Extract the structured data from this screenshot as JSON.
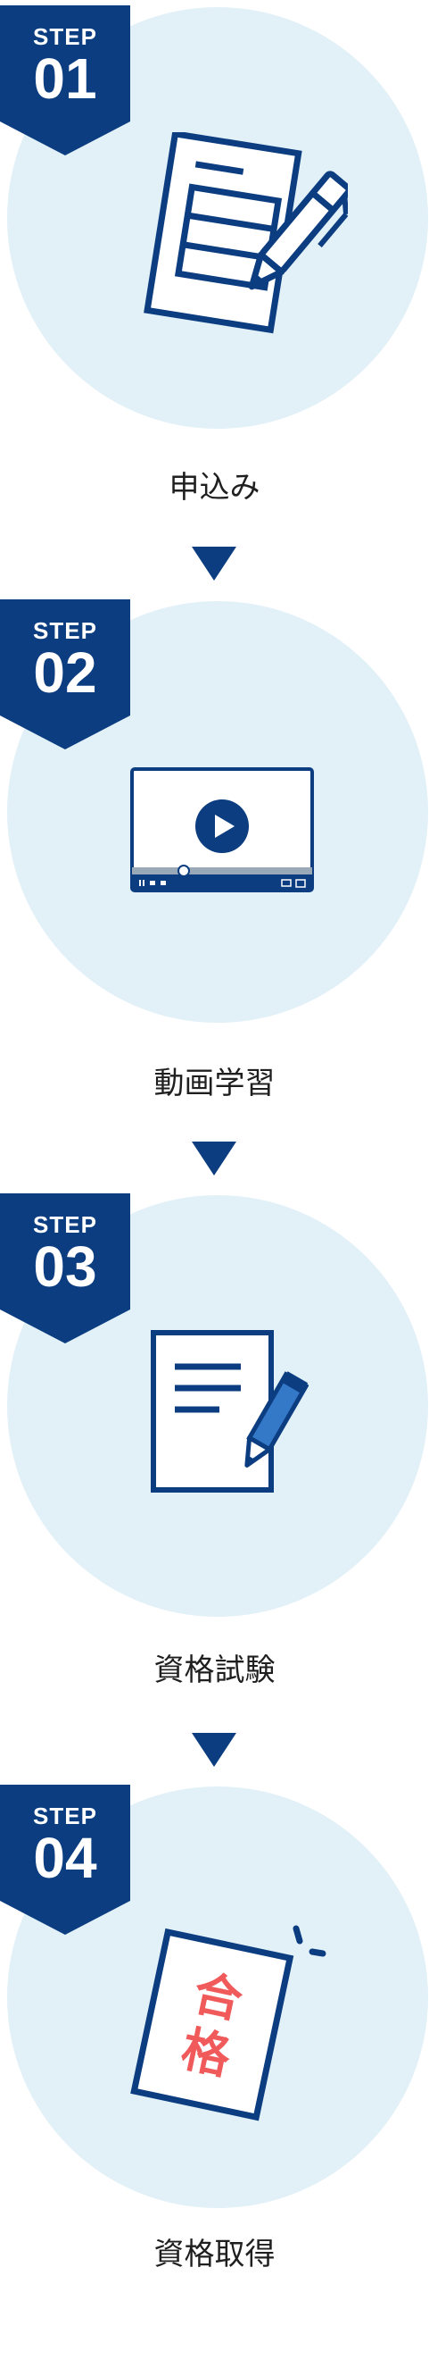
{
  "steps": [
    {
      "step_label": "STEP",
      "number": "01",
      "title": "申込み",
      "icon": "application-form-pen-icon"
    },
    {
      "step_label": "STEP",
      "number": "02",
      "title": "動画学習",
      "icon": "video-player-icon"
    },
    {
      "step_label": "STEP",
      "number": "03",
      "title": "資格試験",
      "icon": "exam-paper-pencil-icon"
    },
    {
      "step_label": "STEP",
      "number": "04",
      "title": "資格取得",
      "icon": "certificate-pass-icon",
      "stamp_text": "合格"
    }
  ],
  "colors": {
    "badge": "#0b3d80",
    "circle": "#e2f0f8",
    "stamp": "#f05a5a",
    "text": "#1f1f1f"
  }
}
